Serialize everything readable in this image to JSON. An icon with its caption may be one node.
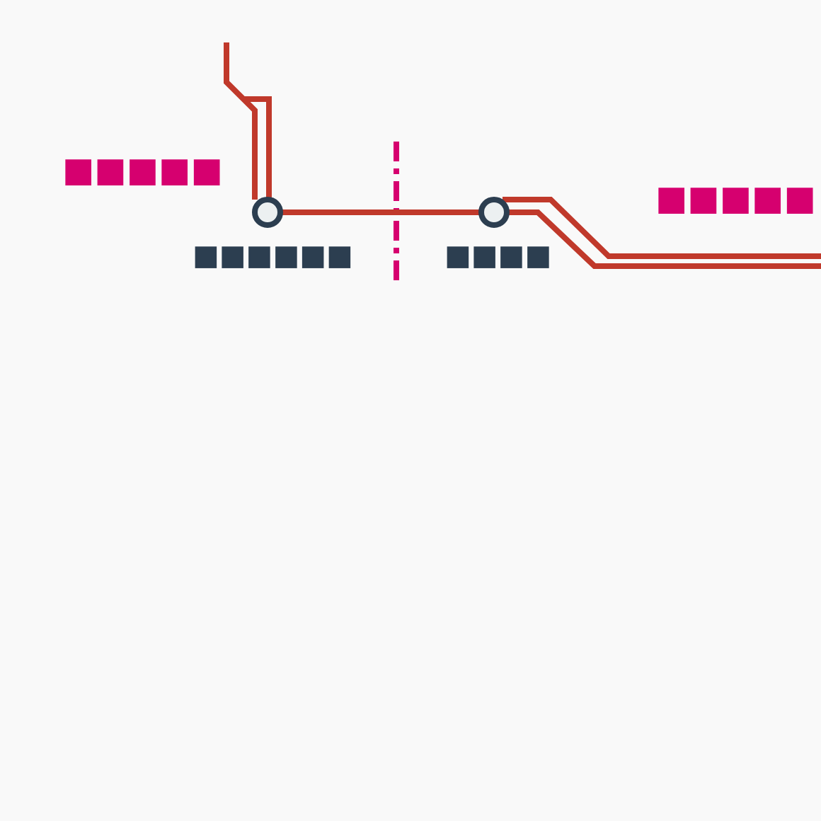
{
  "diagram": {
    "nodes": [
      {
        "text": [],
        "shape": "circle",
        "beside": [
          "■■■■■■"
        ]
      },
      {
        "text": [],
        "shape": "circle",
        "beside": [
          "■■■■"
        ]
      }
    ],
    "edges": [
      {
        "from": null,
        "to": 0,
        "arrow": "none"
      },
      {
        "from": 0,
        "to": 1,
        "arrow": "none"
      },
      {
        "from": 1,
        "to": null,
        "arrow": "none"
      }
    ],
    "labels": [
      "■■■■■",
      "■■■■■"
    ]
  }
}
